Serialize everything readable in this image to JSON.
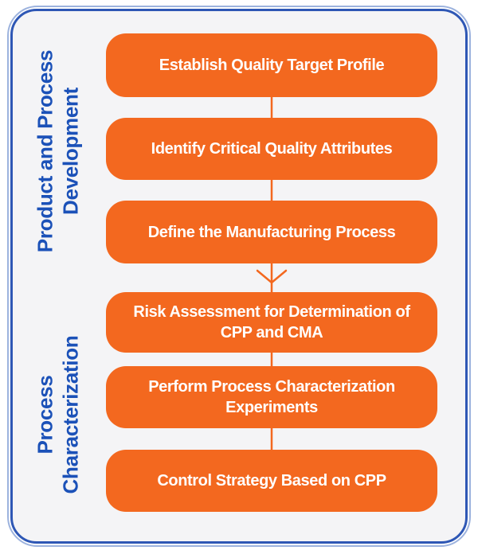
{
  "colors": {
    "accent_orange": "#f3681f",
    "label_blue": "#1b51b8",
    "frame_border_blue": "#2e57b5",
    "frame_outline_light_blue": "#9db3de",
    "panel_background": "#f4f4f6",
    "step_text": "#ffffff"
  },
  "groups": [
    {
      "label_lines": [
        "Product and Process",
        "Development"
      ],
      "steps": [
        "Establish Quality Target Profile",
        "Identify Critical Quality Attributes",
        "Define the Manufacturing Process"
      ]
    },
    {
      "label_lines": [
        "Process",
        "Characterization"
      ],
      "steps": [
        "Risk Assessment for Determination of CPP and CMA",
        "Perform Process Characterization Experiments",
        "Control Strategy Based on CPP"
      ]
    }
  ]
}
